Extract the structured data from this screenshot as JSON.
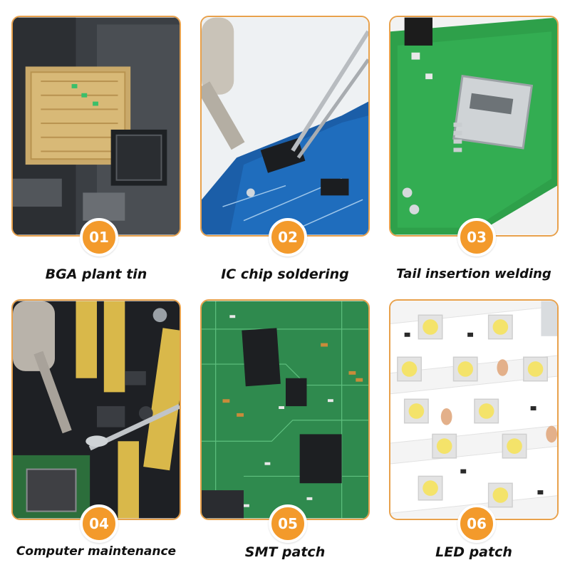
{
  "items": [
    {
      "number": "01",
      "label": "BGA plant tin"
    },
    {
      "number": "02",
      "label": "IC chip soldering"
    },
    {
      "number": "03",
      "label": "Tail insertion welding"
    },
    {
      "number": "04",
      "label": "Computer maintenance"
    },
    {
      "number": "05",
      "label": "SMT patch"
    },
    {
      "number": "06",
      "label": "LED patch"
    }
  ],
  "colors": {
    "card_border": "#e8a14c",
    "badge_fill": "#f39a2b",
    "caption_text": "#111111"
  }
}
